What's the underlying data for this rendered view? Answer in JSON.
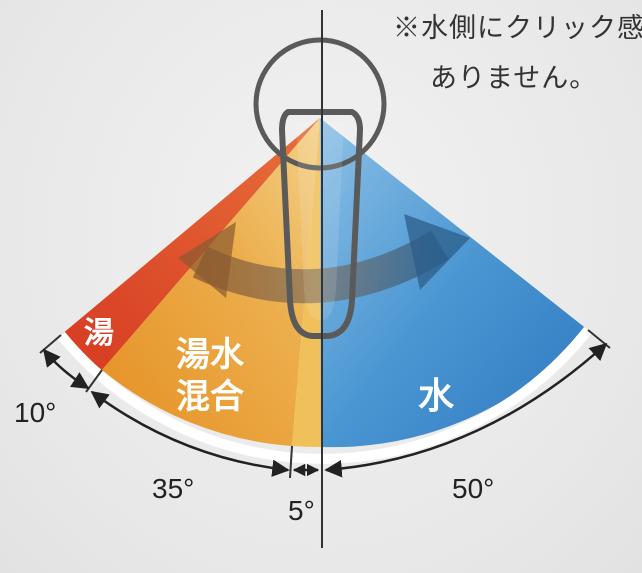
{
  "note": {
    "line1": "※水側にクリック感",
    "line2": "ありません。"
  },
  "zones": {
    "hot": "湯",
    "mixed_line1": "湯水",
    "mixed_line2": "混合",
    "cold": "水"
  },
  "angles": {
    "hot": "10°",
    "mixed": "35°",
    "detent": "5°",
    "cold": "50°"
  },
  "colors": {
    "hot": "#d84a2a",
    "mixed": "#e8a236",
    "cold": "#3a86c6",
    "arc": "#222222"
  }
}
